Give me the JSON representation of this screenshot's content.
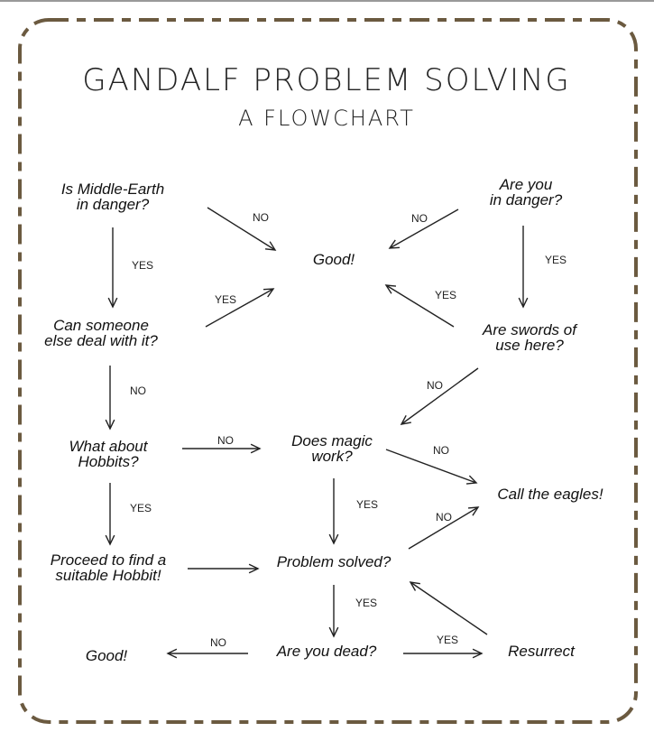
{
  "header": {
    "title": "GANDALF PROBLEM SOLVING",
    "subtitle": "A FLOWCHART"
  },
  "colors": {
    "border": "#6b5a40",
    "ink": "#222222"
  },
  "nodes": [
    {
      "id": "middle-earth-danger",
      "lines": [
        "Is Middle-Earth",
        "in danger?"
      ]
    },
    {
      "id": "you-danger",
      "lines": [
        "Are you",
        "in danger?"
      ]
    },
    {
      "id": "good-top",
      "lines": [
        "Good!"
      ]
    },
    {
      "id": "someone-else",
      "lines": [
        "Can someone",
        "else deal with it?"
      ]
    },
    {
      "id": "swords",
      "lines": [
        "Are swords of",
        "use here?"
      ]
    },
    {
      "id": "hobbits",
      "lines": [
        "What about",
        "Hobbits?"
      ]
    },
    {
      "id": "magic",
      "lines": [
        "Does magic",
        "work?"
      ]
    },
    {
      "id": "eagles",
      "lines": [
        "Call the eagles!"
      ]
    },
    {
      "id": "find-hobbit",
      "lines": [
        "Proceed to find a",
        "suitable Hobbit!"
      ]
    },
    {
      "id": "problem-solved",
      "lines": [
        "Problem solved?"
      ]
    },
    {
      "id": "good-bottom",
      "lines": [
        "Good!"
      ]
    },
    {
      "id": "dead",
      "lines": [
        "Are you dead?"
      ]
    },
    {
      "id": "resurrect",
      "lines": [
        "Resurrect"
      ]
    }
  ],
  "edges": [
    {
      "from": "middle-earth-danger",
      "to": "good-top",
      "label": "NO"
    },
    {
      "from": "you-danger",
      "to": "good-top",
      "label": "NO"
    },
    {
      "from": "middle-earth-danger",
      "to": "someone-else",
      "label": "YES"
    },
    {
      "from": "you-danger",
      "to": "swords",
      "label": "YES"
    },
    {
      "from": "someone-else",
      "to": "good-top",
      "label": "YES"
    },
    {
      "from": "swords",
      "to": "good-top",
      "label": "YES"
    },
    {
      "from": "someone-else",
      "to": "hobbits",
      "label": "NO"
    },
    {
      "from": "swords",
      "to": "magic",
      "label": "NO"
    },
    {
      "from": "hobbits",
      "to": "magic",
      "label": "NO"
    },
    {
      "from": "magic",
      "to": "eagles",
      "label": "NO"
    },
    {
      "from": "hobbits",
      "to": "find-hobbit",
      "label": "YES"
    },
    {
      "from": "magic",
      "to": "problem-solved",
      "label": "YES"
    },
    {
      "from": "find-hobbit",
      "to": "problem-solved",
      "label": ""
    },
    {
      "from": "problem-solved",
      "to": "eagles",
      "label": "NO"
    },
    {
      "from": "problem-solved",
      "to": "dead",
      "label": "YES"
    },
    {
      "from": "dead",
      "to": "good-bottom",
      "label": "NO"
    },
    {
      "from": "dead",
      "to": "resurrect",
      "label": "YES"
    },
    {
      "from": "resurrect",
      "to": "problem-solved",
      "label": ""
    }
  ]
}
